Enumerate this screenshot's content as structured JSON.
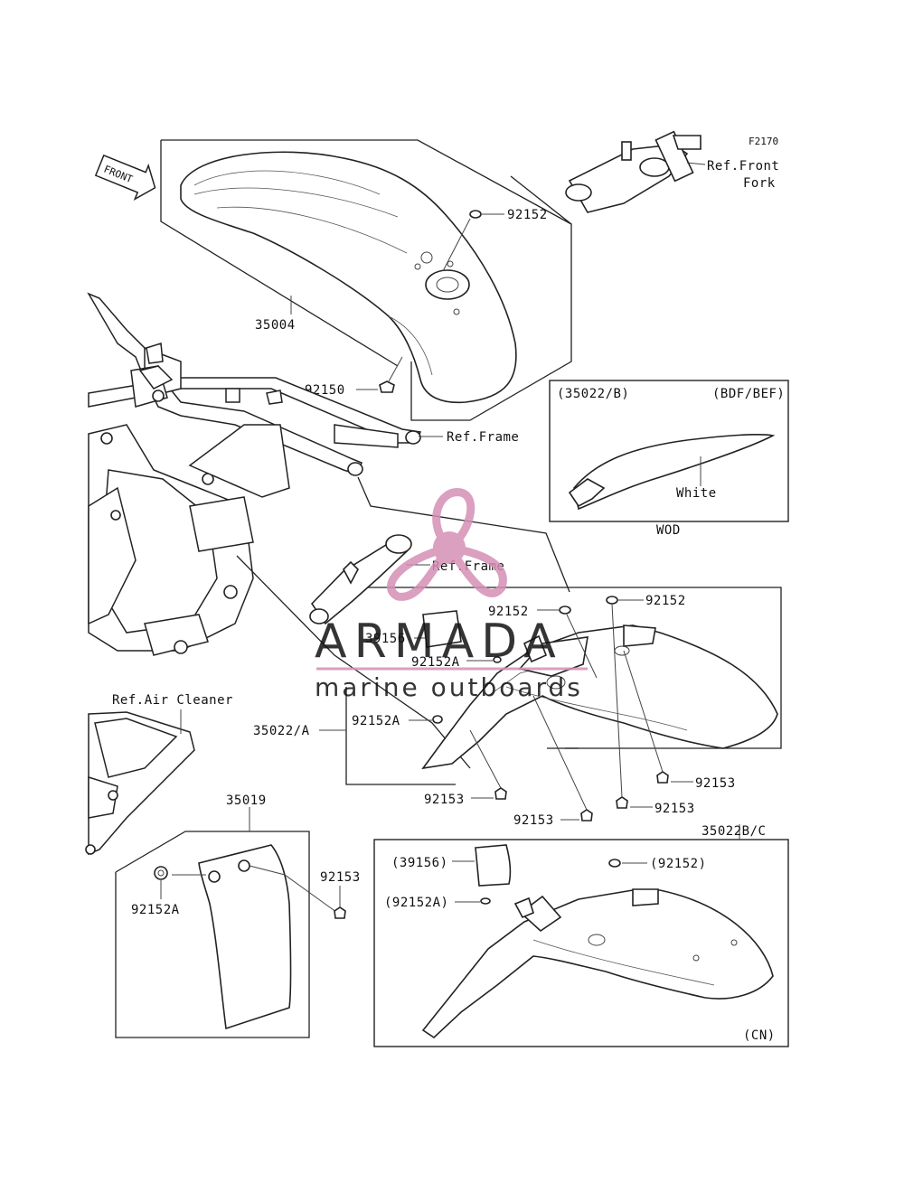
{
  "diagram_code": "F2170",
  "front_label": "FRONT",
  "watermark": {
    "brand": "ARMADA",
    "tagline": "marine outboards",
    "color": "#d58fb5"
  },
  "references": {
    "front_fork": [
      "Ref.Front",
      "Fork"
    ],
    "frame_upper": "Ref.Frame",
    "frame_lower": "Ref.Frame",
    "air_cleaner": "Ref.Air Cleaner"
  },
  "front_fender": {
    "part": "35004",
    "bolt_top": "92152",
    "bolt_side": "92150"
  },
  "inset_color": {
    "left": "(35022/B)",
    "right": "(BDF/BEF)",
    "note": "White",
    "caption": "WOD"
  },
  "rear_fender": {
    "assembly": "35022/A",
    "parts": [
      "92152",
      "92152",
      "39156",
      "92152A",
      "92152A",
      "92153",
      "92153",
      "92153",
      "92153"
    ]
  },
  "mud_flap": {
    "part": "35019",
    "grommet": "92152A",
    "bolt": "92153"
  },
  "cn_inset": {
    "assembly": "35022B/C",
    "parts": [
      "(39156)",
      "(92152)",
      "(92152A)"
    ],
    "region": "(CN)"
  }
}
